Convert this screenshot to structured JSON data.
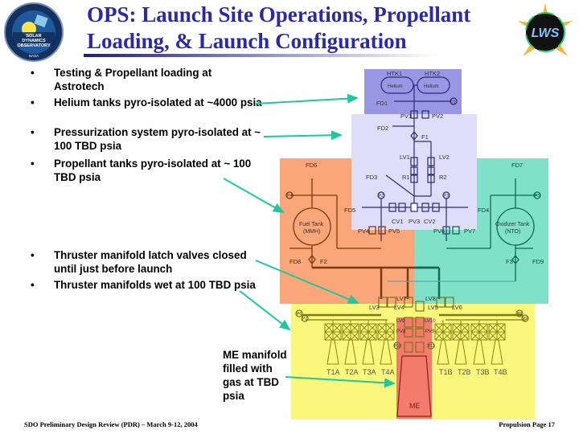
{
  "title": {
    "line1": "OPS: Launch Site Operations, Propellant",
    "line2": "Loading, & Launch Configuration"
  },
  "logos": {
    "left": "Solar Dynamics Observatory - One Eye on the Sun - NASA",
    "right": "Living With a Star - LWS"
  },
  "bullets": [
    {
      "marker": "•",
      "text": "Testing & Propellant loading at Astrotech"
    },
    {
      "marker": "•",
      "text": "Helium tanks pyro-isolated at ~4000 psia"
    },
    {
      "marker": "•",
      "text": "Pressurization system pyro-isolated at ~ 100 TBD psia"
    },
    {
      "marker": "•",
      "text": "Propellant tanks pyro-isolated at ~ 100 TBD psia"
    },
    {
      "marker": "•",
      "text": "Thruster manifold latch valves closed until just before launch"
    },
    {
      "marker": "•",
      "text": "Thruster manifolds wet at 100 TBD psia"
    }
  ],
  "me_note": "ME manifold filled with gas at TBD psia",
  "colors": {
    "helium_zone": "#9797e3",
    "pressurant_zone": "#dedefa",
    "fuel_zone": "#f9a77a",
    "oxidizer_zone": "#7fe2c8",
    "thruster_zone": "#fbf77c",
    "main_engine_zone": "#f37b6c",
    "arrow": "#1ec79c",
    "title": "#2a2aa8"
  },
  "diagram": {
    "helium": {
      "htk1": "HTK1",
      "htk2": "HTK2",
      "tank1": "Helium",
      "tank2": "Helium",
      "fd1": "FD1",
      "p1": "P1",
      "pv1": "PV1",
      "pv2": "PV2"
    },
    "pressurant": {
      "fd2": "FD2",
      "f1": "F1",
      "lv1": "LV1",
      "lv2": "LV2",
      "fd3": "FD3",
      "r1": "R1",
      "r2": "R2",
      "fd5": "FD5",
      "fd4": "FD4",
      "cv1": "CV1",
      "pv3": "PV3",
      "cv2": "CV2",
      "p2": "P2",
      "p3": "P3"
    },
    "fuel": {
      "fd6": "FD6",
      "tank": "Fuel Tank",
      "tank_sub": "(MMH)",
      "p4": "P4",
      "pv4": "PV4",
      "pv5": "PV5",
      "fd8": "FD8",
      "f2": "F2"
    },
    "oxidizer": {
      "fd7": "FD7",
      "tank": "Oxidizer Tank",
      "tank_sub": "(NTO)",
      "p5": "P5",
      "pv6": "PV6",
      "pv7": "PV7",
      "fd9": "FD9",
      "f3": "F3"
    },
    "thrusters": {
      "lv3": "LV3",
      "lv4": "LV4",
      "lv5": "LV5",
      "lv6": "LV6",
      "lv7": "LV7",
      "lv8": "LV8",
      "lv9": "LV9",
      "lv10": "LV10",
      "pv8": "PV8",
      "pv9": "PV9",
      "p6": "P6",
      "p7": "P7",
      "p8": "P8",
      "p9": "P9",
      "p10": "P10",
      "p11": "P11",
      "a_side": [
        "T1A",
        "T2A",
        "T3A",
        "T4A"
      ],
      "b_side": [
        "T1B",
        "T2B",
        "T3B",
        "T4B"
      ],
      "me": "ME"
    }
  },
  "footer": {
    "left": "SDO Preliminary Design Review (PDR) – March 9-12, 2004",
    "right": "Propulsion Page 17"
  }
}
